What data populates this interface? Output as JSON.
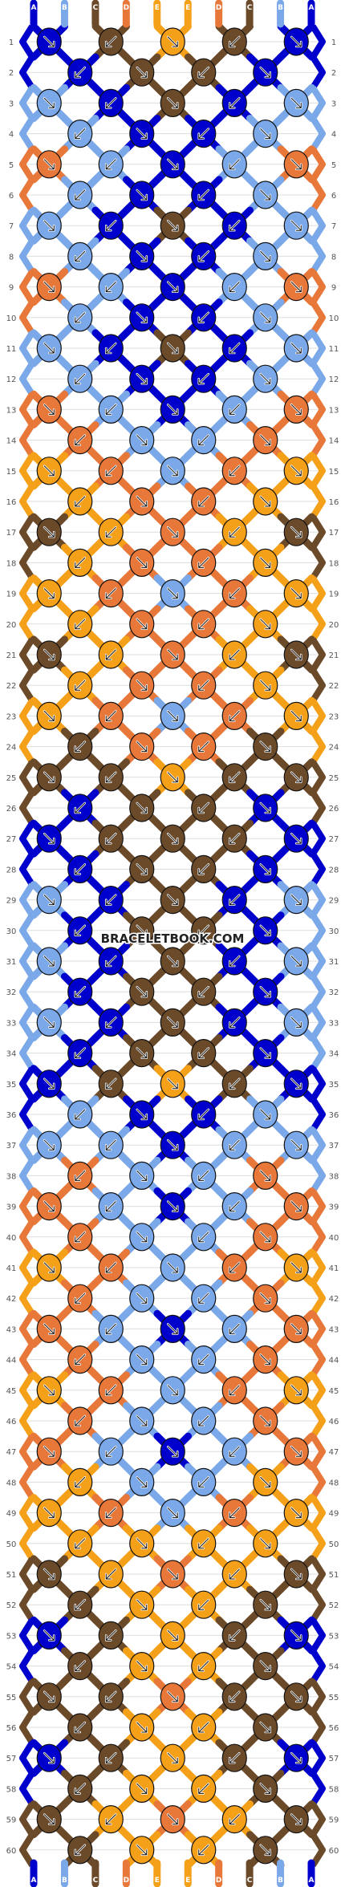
{
  "colors": {
    "A": "#0000cc",
    "B": "#7aa8e8",
    "C": "#6b4a2a",
    "D": "#e8773a",
    "E": "#f5a019"
  },
  "strings": [
    "A",
    "B",
    "C",
    "D",
    "E",
    "E",
    "D",
    "C",
    "B",
    "A"
  ],
  "row_count": 60,
  "watermark": "BRACELETBOOK.COM",
  "knot_colors": [
    [
      "A",
      "C",
      "E",
      "C",
      "A"
    ],
    [
      "A",
      "C",
      "C",
      "A"
    ],
    [
      "B",
      "A",
      "C",
      "A",
      "B"
    ],
    [
      "B",
      "A",
      "A",
      "B"
    ],
    [
      "D",
      "B",
      "A",
      "B",
      "D"
    ],
    [
      "B",
      "A",
      "A",
      "B"
    ],
    [
      "B",
      "A",
      "C",
      "A",
      "B"
    ],
    [
      "B",
      "A",
      "A",
      "B"
    ],
    [
      "D",
      "B",
      "A",
      "B",
      "D"
    ],
    [
      "B",
      "A",
      "A",
      "B"
    ],
    [
      "B",
      "A",
      "C",
      "A",
      "B"
    ],
    [
      "B",
      "A",
      "A",
      "B"
    ],
    [
      "D",
      "B",
      "A",
      "B",
      "D"
    ],
    [
      "D",
      "B",
      "B",
      "D"
    ],
    [
      "E",
      "D",
      "B",
      "D",
      "E"
    ],
    [
      "E",
      "D",
      "D",
      "E"
    ],
    [
      "C",
      "E",
      "D",
      "E",
      "C"
    ],
    [
      "E",
      "D",
      "D",
      "E"
    ],
    [
      "E",
      "D",
      "B",
      "D",
      "E"
    ],
    [
      "E",
      "D",
      "D",
      "E"
    ],
    [
      "C",
      "E",
      "D",
      "E",
      "C"
    ],
    [
      "E",
      "D",
      "D",
      "E"
    ],
    [
      "E",
      "D",
      "B",
      "D",
      "E"
    ],
    [
      "C",
      "D",
      "D",
      "C"
    ],
    [
      "C",
      "C",
      "E",
      "C",
      "C"
    ],
    [
      "A",
      "C",
      "C",
      "A"
    ],
    [
      "A",
      "C",
      "C",
      "C",
      "A"
    ],
    [
      "A",
      "C",
      "C",
      "A"
    ],
    [
      "B",
      "A",
      "C",
      "A",
      "B"
    ],
    [
      "A",
      "C",
      "C",
      "A"
    ],
    [
      "B",
      "A",
      "C",
      "A",
      "B"
    ],
    [
      "A",
      "C",
      "C",
      "A"
    ],
    [
      "B",
      "A",
      "C",
      "A",
      "B"
    ],
    [
      "A",
      "C",
      "C",
      "A"
    ],
    [
      "A",
      "C",
      "E",
      "C",
      "A"
    ],
    [
      "B",
      "A",
      "A",
      "B"
    ],
    [
      "B",
      "B",
      "A",
      "B",
      "B"
    ],
    [
      "D",
      "B",
      "B",
      "D"
    ],
    [
      "D",
      "B",
      "A",
      "B",
      "D"
    ],
    [
      "D",
      "B",
      "B",
      "D"
    ],
    [
      "E",
      "D",
      "B",
      "D",
      "E"
    ],
    [
      "D",
      "B",
      "B",
      "D"
    ],
    [
      "D",
      "B",
      "A",
      "B",
      "D"
    ],
    [
      "D",
      "B",
      "B",
      "D"
    ],
    [
      "E",
      "D",
      "B",
      "D",
      "E"
    ],
    [
      "D",
      "B",
      "B",
      "D"
    ],
    [
      "D",
      "B",
      "A",
      "B",
      "D"
    ],
    [
      "E",
      "B",
      "B",
      "E"
    ],
    [
      "E",
      "D",
      "B",
      "D",
      "E"
    ],
    [
      "E",
      "E",
      "E",
      "E"
    ],
    [
      "C",
      "E",
      "D",
      "E",
      "C"
    ],
    [
      "C",
      "E",
      "E",
      "C"
    ],
    [
      "A",
      "C",
      "E",
      "C",
      "A"
    ],
    [
      "C",
      "E",
      "E",
      "C"
    ],
    [
      "C",
      "C",
      "D",
      "C",
      "C"
    ],
    [
      "C",
      "E",
      "E",
      "C"
    ],
    [
      "A",
      "C",
      "E",
      "C",
      "A"
    ],
    [
      "C",
      "E",
      "E",
      "C"
    ],
    [
      "C",
      "E",
      "D",
      "E",
      "C"
    ],
    [
      "C",
      "E",
      "E",
      "C"
    ]
  ]
}
